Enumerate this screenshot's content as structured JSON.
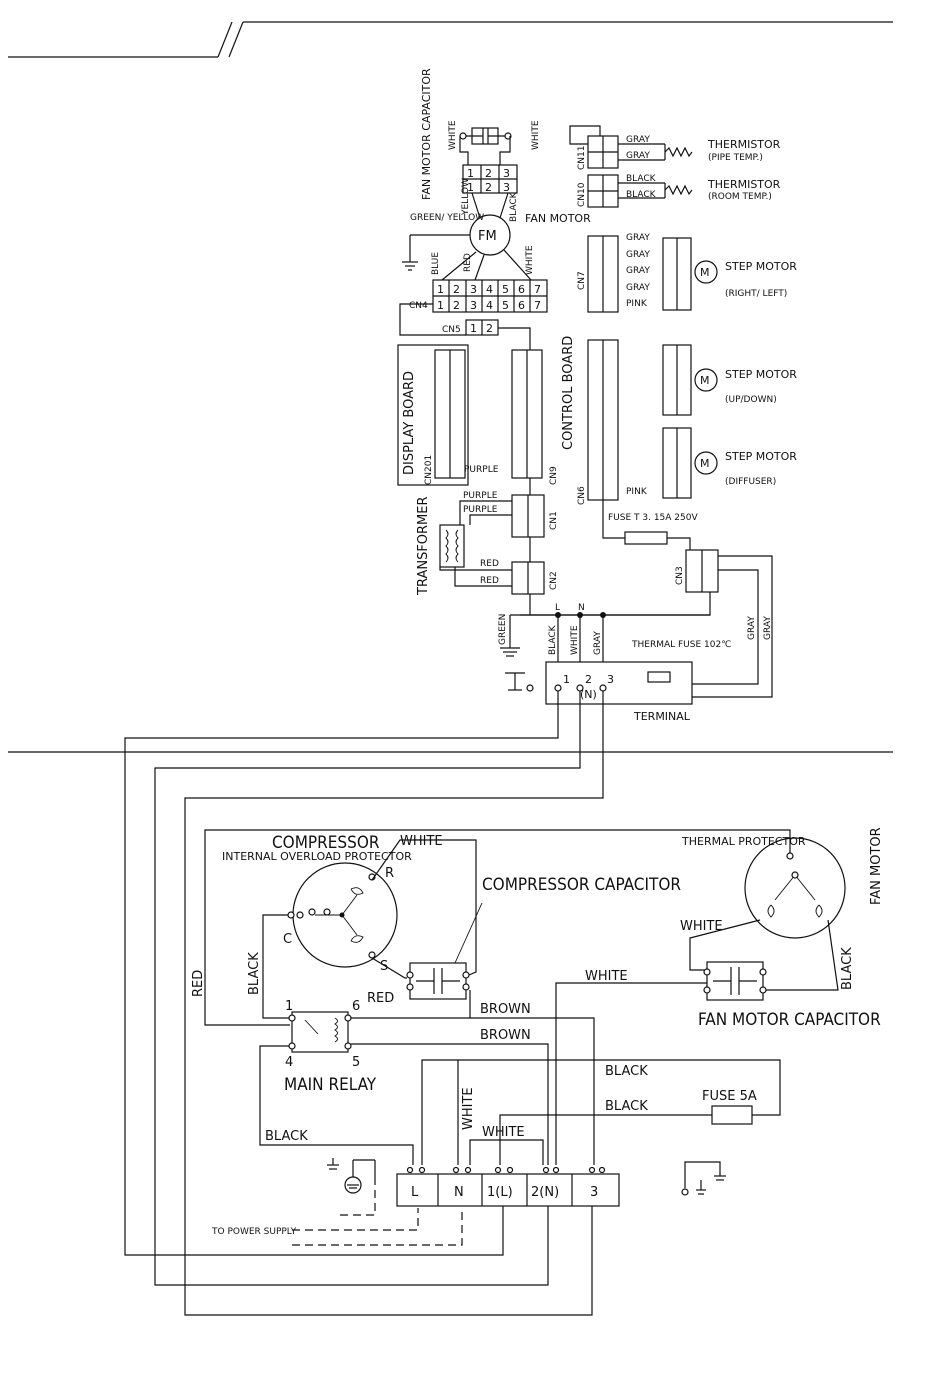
{
  "indoor": {
    "fan_motor_capacitor": "FAN MOTOR CAPACITOR",
    "fan_motor": "FAN MOTOR",
    "fm": "FM",
    "wire_white": "WHITE",
    "wire_yellow": "YELLOW",
    "wire_black": "BLACK",
    "wire_green_yellow": "GREEN/ YELLOW",
    "wire_blue": "BLUE",
    "wire_red": "RED",
    "cn4": "CN4",
    "cn5": "CN5",
    "cn7": "CN7",
    "cn6": "CN6",
    "cn9": "CN9",
    "cn10": "CN10",
    "cn11": "CN11",
    "cn1": "CN1",
    "cn2": "CN2",
    "cn3": "CN3",
    "cn201": "CN201",
    "display_board": "DISPLAY BOARD",
    "control_board": "CONTROL BOARD",
    "transformer": "TRANSFORMER",
    "thermistor": "THERMISTOR",
    "pipe_temp": "(PIPE TEMP.)",
    "room_temp": "(ROOM TEMP.)",
    "step_motor": "STEP MOTOR",
    "right_left": "(RIGHT/ LEFT)",
    "up_down": "(UP/DOWN)",
    "diffuser": "(DIFFUSER)",
    "gray": "GRAY",
    "pink": "PINK",
    "purple": "PURPLE",
    "black": "BLACK",
    "red": "RED",
    "green": "GREEN",
    "white": "WHITE",
    "fuse_label": "FUSE T 3. 15A 250V",
    "thermal_fuse": "THERMAL FUSE 102℃",
    "terminal": "TERMINAL",
    "l": "L",
    "n": "N",
    "t1": "1",
    "t2": "2",
    "t3": "3",
    "tn": "(N)",
    "motor_m": "M"
  },
  "outdoor": {
    "compressor": "COMPRESSOR",
    "internal_overload": "INTERNAL OVERLOAD PROTECTOR",
    "compressor_capacitor": "COMPRESSOR CAPACITOR",
    "thermal_protector": "THERMAL PROTECTOR",
    "fan_motor": "FAN MOTOR",
    "fan_motor_capacitor": "FAN MOTOR CAPACITOR",
    "main_relay": "MAIN RELAY",
    "fuse": "FUSE 5A",
    "to_power_supply": "TO POWER SUPPLY",
    "white": "WHITE",
    "black": "BLACK",
    "red": "RED",
    "brown": "BROWN",
    "pin_r": "R",
    "pin_c": "C",
    "pin_s": "S",
    "relay_1": "1",
    "relay_4": "4",
    "relay_5": "5",
    "relay_6": "6",
    "term_l": "L",
    "term_n": "N",
    "term_1l": "1(L)",
    "term_2n": "2(N)",
    "term_3": "3"
  }
}
